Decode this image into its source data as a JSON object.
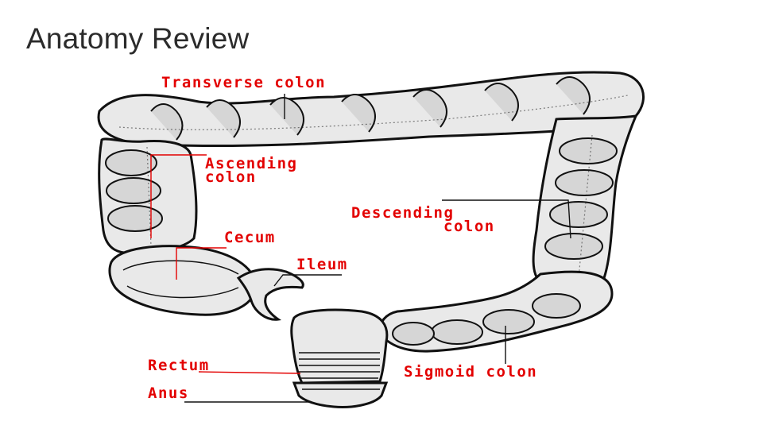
{
  "slide": {
    "title": "Anatomy Review"
  },
  "colors": {
    "label": "#e30000",
    "outline": "#111111",
    "tissue": "#e9e9e9"
  },
  "labels": {
    "transverse_colon": "Transverse colon",
    "ascending_colon_line1": "Ascending",
    "ascending_colon_line2": "colon",
    "descending_colon_line1": "Descending",
    "descending_colon_line2": "colon",
    "cecum": "Cecum",
    "ileum": "Ileum",
    "rectum": "Rectum",
    "anus": "Anus",
    "sigmoid_colon": "Sigmoid colon"
  }
}
